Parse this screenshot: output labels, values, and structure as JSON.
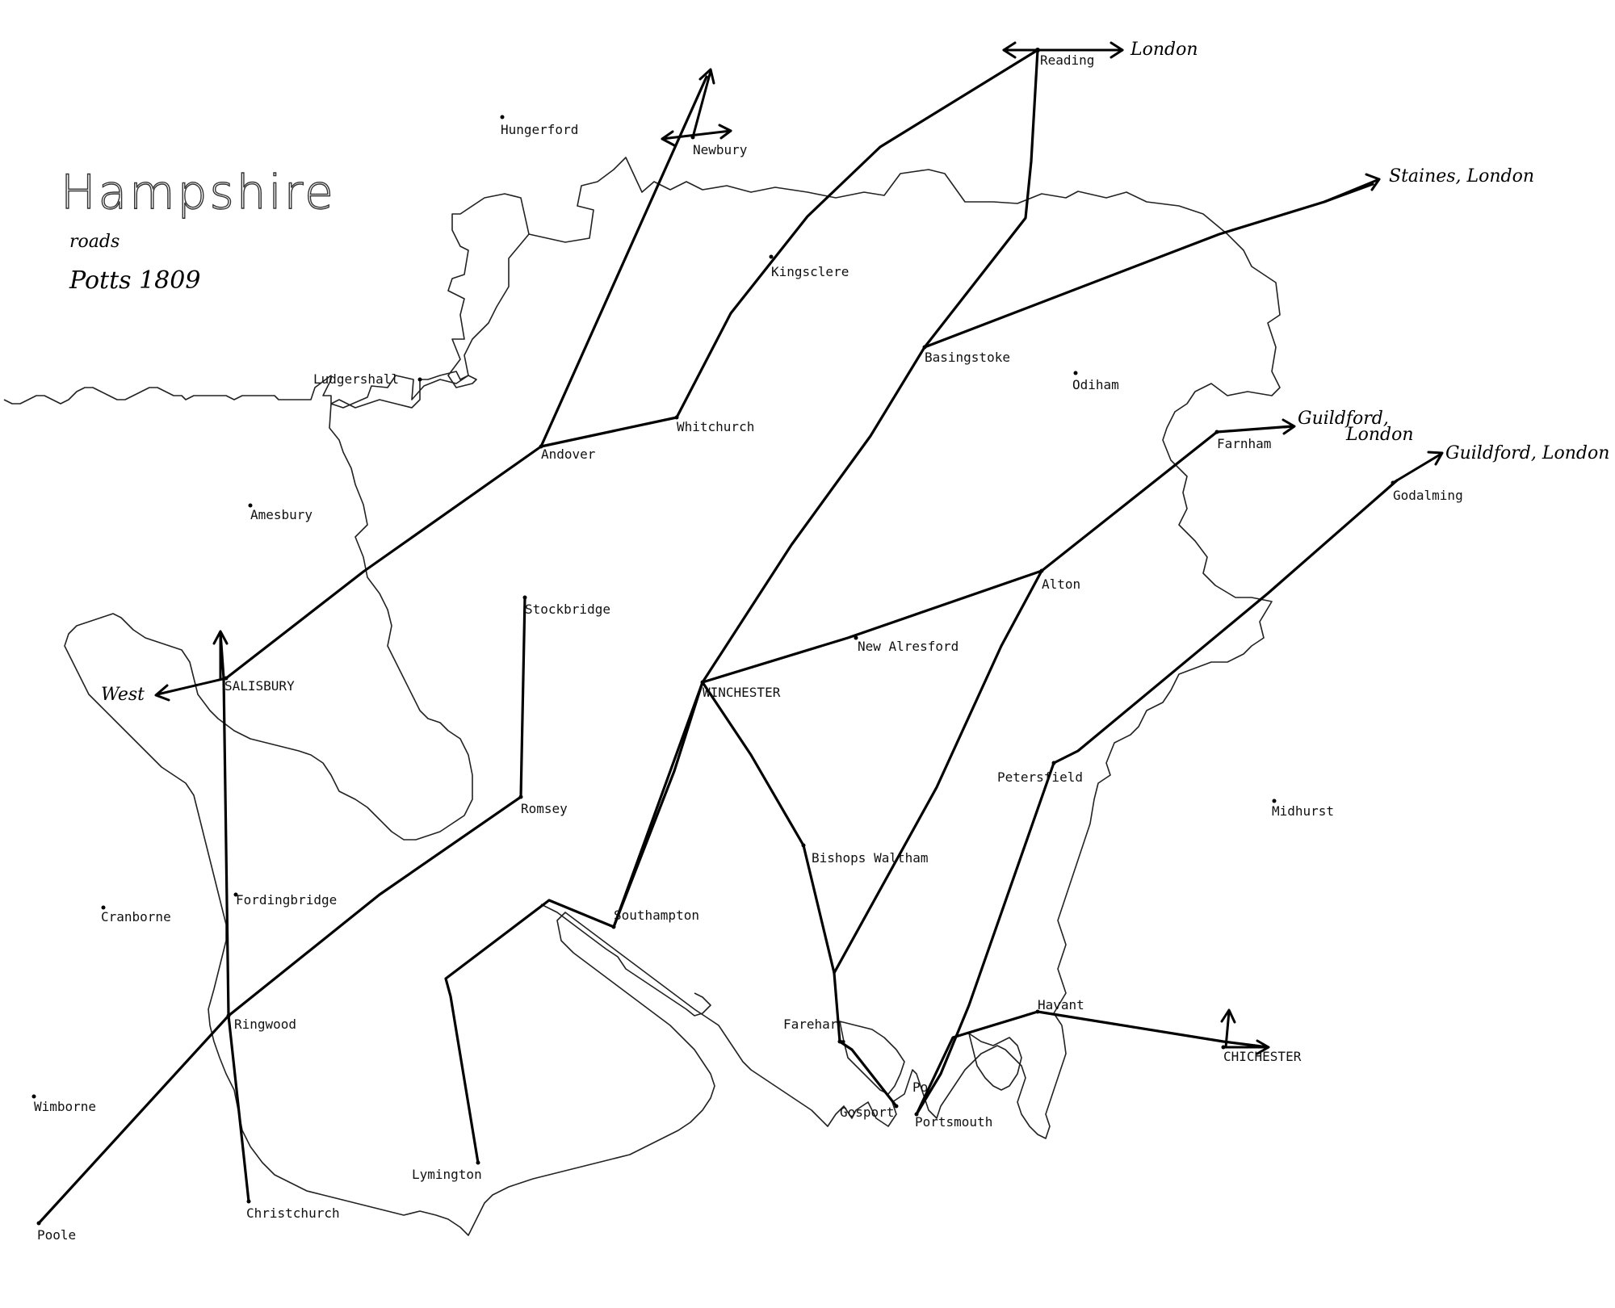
{
  "map": {
    "title": "Hampshire",
    "subtitle": "roads",
    "source": "Potts 1809"
  },
  "towns": [
    {
      "id": "reading",
      "label": "Reading"
    },
    {
      "id": "hungerford",
      "label": "Hungerford"
    },
    {
      "id": "newbury",
      "label": "Newbury"
    },
    {
      "id": "kingsclere",
      "label": "Kingsclere"
    },
    {
      "id": "ludgershall",
      "label": "Ludgershall"
    },
    {
      "id": "basingstoke",
      "label": "Basingstoke"
    },
    {
      "id": "odiham",
      "label": "Odiham"
    },
    {
      "id": "whitchurch",
      "label": "Whitchurch"
    },
    {
      "id": "andover",
      "label": "Andover"
    },
    {
      "id": "amesbury",
      "label": "Amesbury"
    },
    {
      "id": "farnham",
      "label": "Farnham"
    },
    {
      "id": "godalming",
      "label": "Godalming"
    },
    {
      "id": "stockbridge",
      "label": "Stockbridge"
    },
    {
      "id": "alton",
      "label": "Alton"
    },
    {
      "id": "new-alresford",
      "label": "New Alresford"
    },
    {
      "id": "salisbury",
      "label": "SALISBURY"
    },
    {
      "id": "winchester",
      "label": "WINCHESTER"
    },
    {
      "id": "petersfield",
      "label": "Petersfield"
    },
    {
      "id": "romsey",
      "label": "Romsey"
    },
    {
      "id": "midhurst",
      "label": "Midhurst"
    },
    {
      "id": "bishops-waltham",
      "label": "Bishops Waltham"
    },
    {
      "id": "fordingbridge",
      "label": "Fordingbridge"
    },
    {
      "id": "cranborne",
      "label": "Cranborne"
    },
    {
      "id": "southampton",
      "label": "Southampton"
    },
    {
      "id": "havant",
      "label": "Havant"
    },
    {
      "id": "ringwood",
      "label": "Ringwood"
    },
    {
      "id": "fareham",
      "label": "Farehar"
    },
    {
      "id": "chichester",
      "label": "CHICHESTER"
    },
    {
      "id": "wimborne",
      "label": "Wimborne"
    },
    {
      "id": "gosport",
      "label": "Gosport"
    },
    {
      "id": "portsmouth",
      "label": "Portsmouth"
    },
    {
      "id": "portchester",
      "label": "Po"
    },
    {
      "id": "lymington",
      "label": "Lymington"
    },
    {
      "id": "christchurch",
      "label": "Christchurch"
    },
    {
      "id": "poole",
      "label": "Poole"
    }
  ],
  "destinations": {
    "london": "London",
    "staines_london": "Staines, London",
    "guildford_london_1a": "Guildford,",
    "guildford_london_1b": "London",
    "guildford_london_2": "Guildford, London",
    "west": "West"
  }
}
